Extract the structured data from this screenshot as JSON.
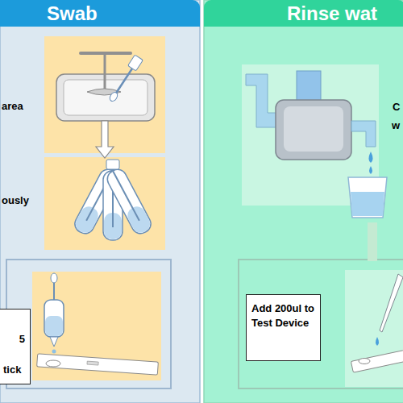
{
  "diagram": {
    "nodes": [
      {
        "text": [
          "Swab"
        ]
      },
      {
        "text": [
          "5",
          "tick"
        ]
      },
      {
        "text": [
          "Rinse wat"
        ]
      },
      {
        "text": [
          "Add 200ul to Test Device"
        ]
      }
    ],
    "labels": [
      "area",
      "ously",
      "C",
      "w"
    ]
  }
}
